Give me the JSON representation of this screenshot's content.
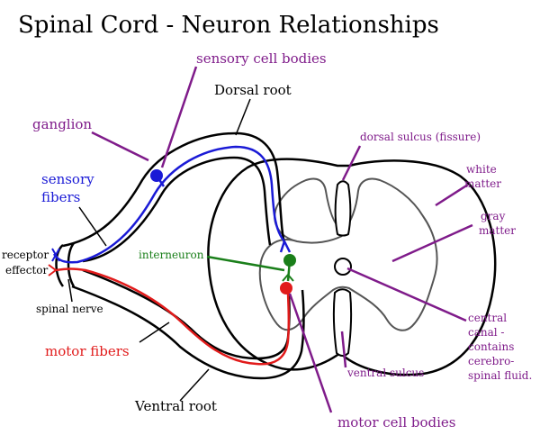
{
  "title": "Spinal Cord - Neuron Relationships",
  "labels": {
    "sensory_cell_bodies": "sensory cell bodies",
    "dorsal_root": "Dorsal root",
    "ganglion": "ganglion",
    "sensory_fibers_1": "sensory",
    "sensory_fibers_2": "fibers",
    "receptor": "receptor",
    "effector": "effector",
    "spinal_nerve": "spinal nerve",
    "interneuron": "interneuron",
    "motor_fibers": "motor fibers",
    "ventral_root": "Ventral root",
    "motor_cell_bodies": "motor cell bodies",
    "dorsal_sulcus": "dorsal sulcus (fissure)",
    "white_matter_1": "white",
    "white_matter_2": "matter",
    "gray_matter_1": "gray",
    "gray_matter_2": "matter",
    "central_canal_1": "central",
    "central_canal_2": "canal -",
    "central_canal_3": "contains",
    "central_canal_4": "cerebro-",
    "central_canal_5": "spinal fluid.",
    "ventral_sulcus": "ventral sulcus"
  },
  "colors": {
    "outline": "#000000",
    "gray_matter": "#555555",
    "sensory": "#1a1ad6",
    "motor": "#e11b1b",
    "interneuron": "#1a7f1a",
    "leader": "#7f1b8a"
  }
}
